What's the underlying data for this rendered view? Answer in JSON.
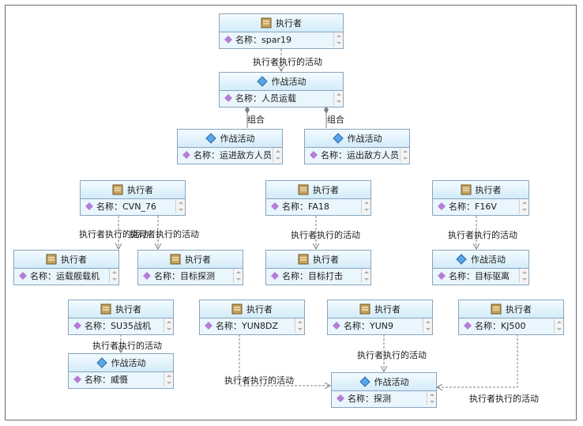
{
  "nodes": [
    {
      "id": "n1",
      "type": "执行者",
      "prop": "名称：spar19",
      "icon": "actor-icon"
    },
    {
      "id": "n2",
      "type": "作战活动",
      "prop": "名称：人员运载",
      "icon": "activity-icon"
    },
    {
      "id": "n3",
      "type": "作战活动",
      "prop": "名称：运进敌方人员",
      "icon": "activity-icon"
    },
    {
      "id": "n4",
      "type": "作战活动",
      "prop": "名称：运出敌方人员",
      "icon": "activity-icon"
    },
    {
      "id": "n5",
      "type": "执行者",
      "prop": "名称：CVN_76",
      "icon": "actor-icon"
    },
    {
      "id": "n6",
      "type": "执行者",
      "prop": "名称：FA18",
      "icon": "actor-icon"
    },
    {
      "id": "n7",
      "type": "执行者",
      "prop": "名称：F16V",
      "icon": "actor-icon"
    },
    {
      "id": "n8",
      "type": "执行者",
      "prop": "名称：运载舰载机",
      "icon": "actor-icon"
    },
    {
      "id": "n9",
      "type": "执行者",
      "prop": "名称：目标探测",
      "icon": "actor-icon"
    },
    {
      "id": "n10",
      "type": "执行者",
      "prop": "名称：目标打击",
      "icon": "actor-icon"
    },
    {
      "id": "n11",
      "type": "作战活动",
      "prop": "名称：目标驱离",
      "icon": "activity-icon"
    },
    {
      "id": "n12",
      "type": "执行者",
      "prop": "名称：SU35战机",
      "icon": "actor-icon"
    },
    {
      "id": "n13",
      "type": "执行者",
      "prop": "名称：YUN8DZ",
      "icon": "actor-icon"
    },
    {
      "id": "n14",
      "type": "执行者",
      "prop": "名称：YUN9",
      "icon": "actor-icon"
    },
    {
      "id": "n15",
      "type": "执行者",
      "prop": "名称：KJ500",
      "icon": "actor-icon"
    },
    {
      "id": "n16",
      "type": "作战活动",
      "prop": "名称：威慑",
      "icon": "activity-icon"
    },
    {
      "id": "n17",
      "type": "作战活动",
      "prop": "名称：探测",
      "icon": "activity-icon"
    }
  ],
  "edge_labels": {
    "e1": "执行者执行的活动",
    "e2": "组合",
    "e3": "组合",
    "e4": "执行者执行的活动",
    "e5": "执行者执行的活动",
    "e6": "执行者执行的活动",
    "e7": "执行者执行的活动",
    "e8": "执行者执行的活动",
    "e9": "执行者执行的活动",
    "e10": "执行者执行的活动",
    "e11": "执行者执行的活动"
  },
  "colors": {
    "node_fill": "#eaf6fd",
    "node_border": "#8aa4bd",
    "line": "#7f7f7f"
  }
}
